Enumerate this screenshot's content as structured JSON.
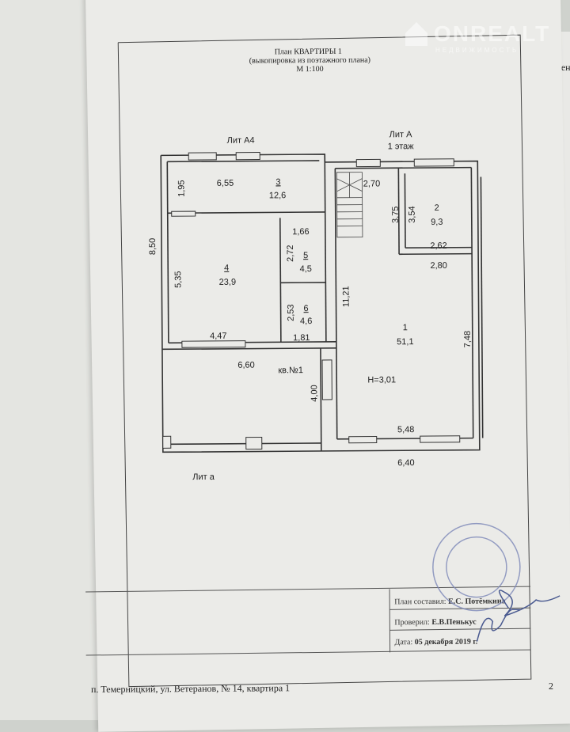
{
  "watermark": {
    "brand": "ONREALT",
    "tagline": "НЕДВИЖИМОСТЬ"
  },
  "edge_text": "твен",
  "header": {
    "title": "План КВАРТИРЫ 1",
    "subtitle": "(выкопировка из поэтажного плана)",
    "scale": "М 1:100"
  },
  "labels": {
    "lit_a4": "Лит А4",
    "lit_a": "Лит А",
    "floor": "1 этаж",
    "lit_a_small": "Лит а",
    "apartment": "кв.№1",
    "height": "H=3,01"
  },
  "rooms": [
    {
      "number": "1",
      "area": "51,1"
    },
    {
      "number": "2",
      "area": "9,3"
    },
    {
      "number": "3",
      "area": "12,6"
    },
    {
      "number": "4",
      "area": "23,9"
    },
    {
      "number": "5",
      "area": "4,5"
    },
    {
      "number": "6",
      "area": "4,6"
    }
  ],
  "dimensions": {
    "d1": "1,95",
    "d2": "6,55",
    "d3": "2,70",
    "d4": "3,75",
    "d5": "3,54",
    "d6": "2,62",
    "d7": "2,80",
    "d8": "8,50",
    "d9": "1,66",
    "d10": "2,72",
    "d11": "5,35",
    "d12": "11,21",
    "d13": "2,53",
    "d14": "1,81",
    "d15": "4,47",
    "d16": "7,48",
    "d17": "6,60",
    "d18": "4,00",
    "d19": "5,48",
    "d20": "6,40"
  },
  "title_block": {
    "made_label": "План составил:",
    "made_by": "Е.С. Потёмкина",
    "checked_label": "Проверил:",
    "checked_by": "Е.В.Пенькус",
    "date_label": "Дата:",
    "date": "05 декабря 2019 г."
  },
  "footer": {
    "address": "п. Темерницкий, ул. Ветеранов, № 14, квартира 1",
    "page": "2"
  }
}
